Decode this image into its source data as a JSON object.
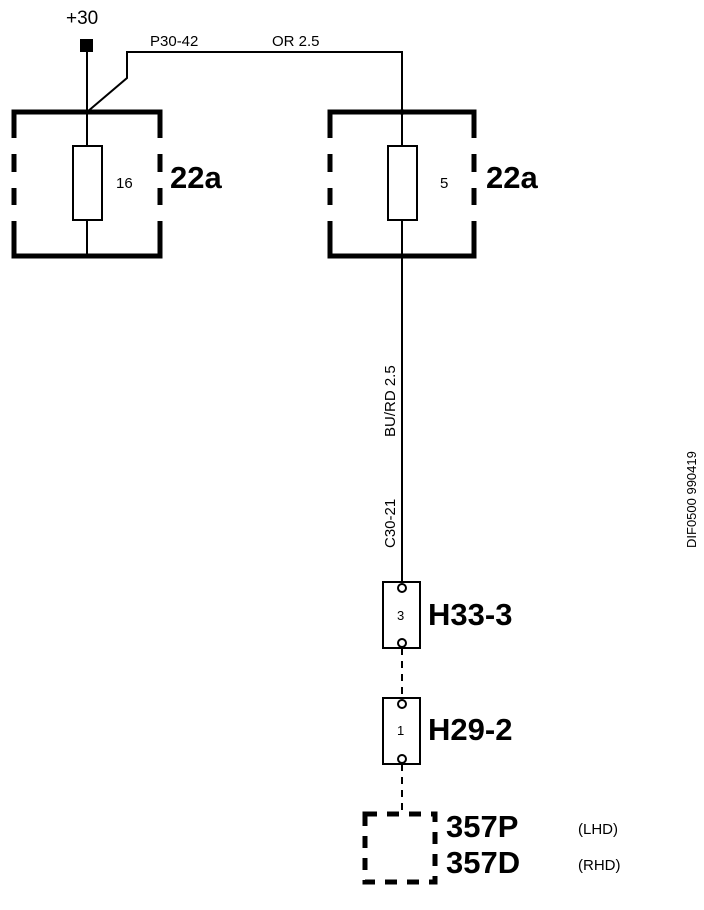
{
  "supply": {
    "label": "+30"
  },
  "wire_top": {
    "id": "P30-42",
    "spec": "OR 2.5"
  },
  "fuse_left": {
    "number": "16",
    "box": "22a"
  },
  "fuse_right": {
    "number": "5",
    "box": "22a"
  },
  "wire_vertical": {
    "id": "C30-21",
    "spec": "BU/RD 2.5"
  },
  "connector_1": {
    "pin": "3",
    "name": "H33-3"
  },
  "connector_2": {
    "pin": "1",
    "name": "H29-2"
  },
  "component_lhd": {
    "code": "357P",
    "variant": "(LHD)"
  },
  "component_rhd": {
    "code": "357D",
    "variant": "(RHD)"
  },
  "doc_ref": "DIF0500 990419"
}
